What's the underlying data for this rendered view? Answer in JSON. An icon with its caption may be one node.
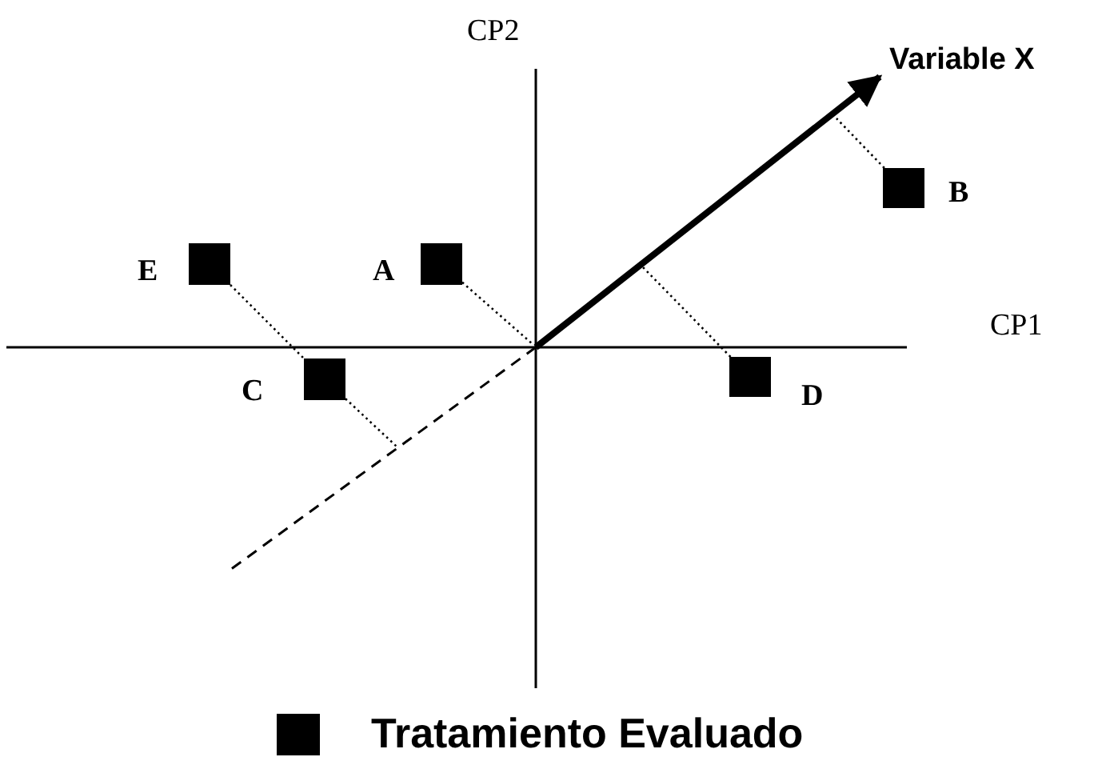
{
  "diagram": {
    "nodes": [
      {
        "text": [],
        "shape": "box",
        "beside": [
          "E"
        ]
      },
      {
        "text": [],
        "shape": "box",
        "beside": [
          "A"
        ]
      },
      {
        "text": [],
        "shape": "box",
        "beside": [
          "B"
        ]
      },
      {
        "text": [],
        "shape": "box",
        "beside": [
          "C"
        ]
      },
      {
        "text": [],
        "shape": "box",
        "beside": [
          "D"
        ]
      }
    ],
    "edges": [
      {
        "from": 0,
        "to": 3,
        "arrow": "none"
      },
      {
        "from": 3,
        "to": null,
        "arrow": "none"
      },
      {
        "from": 1,
        "to": null,
        "arrow": "none"
      },
      {
        "from": 2,
        "to": null,
        "arrow": "none"
      },
      {
        "from": 4,
        "to": null,
        "arrow": "none"
      }
    ],
    "labels": [
      "CP2",
      "Variable X",
      "CP1"
    ],
    "legend": [
      {
        "text": "Tratamiento Evaluado",
        "color": "#000000"
      }
    ]
  }
}
